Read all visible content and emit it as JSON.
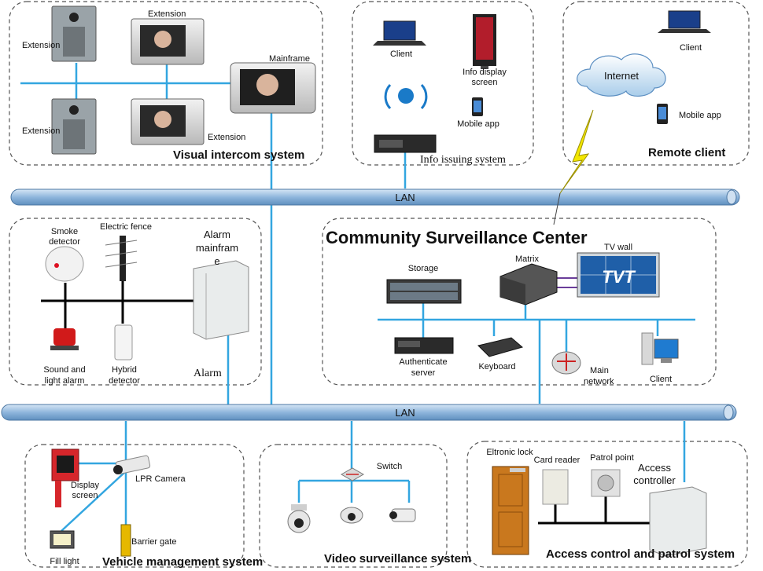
{
  "colors": {
    "lan": "#8fb6dc",
    "wire": "#33a6e0",
    "bolt": "#f2e600",
    "tvwall": "#1f5fa8"
  },
  "lan_top": {
    "label": "LAN"
  },
  "lan_bottom": {
    "label": "LAN"
  },
  "visual_intercom": {
    "title": "Visual intercom system",
    "extension_outdoor_top": "Extension",
    "extension_indoor_top": "Extension",
    "extension_outdoor_bottom": "Extension",
    "extension_indoor_bottom": "Extension",
    "mainframe": "Mainframe"
  },
  "info_issuing": {
    "title": "Info issuing system",
    "client": "Client",
    "info_display_screen": "Info display screen",
    "mobile_app": "Mobile app"
  },
  "remote_client": {
    "title": "Remote client",
    "internet": "Internet",
    "client": "Client",
    "mobile_app": "Mobile app"
  },
  "alarm": {
    "title": "Alarm",
    "smoke_detector": "Smoke detector",
    "electric_fence": "Electric fence",
    "alarm_mainframe": "Alarm mainframe",
    "sound_light_alarm": "Sound and light alarm",
    "hybrid_detector": "Hybrid detector"
  },
  "surveillance_center": {
    "title": "Community Surveillance Center",
    "storage": "Storage",
    "matrix": "Matrix",
    "tv_wall": "TV wall",
    "tv_wall_brand": "TVT",
    "authenticate_server": "Authenticate server",
    "keyboard": "Keyboard",
    "main_network": "Main network",
    "client": "Client"
  },
  "vehicle": {
    "title": "Vehicle management system",
    "display_screen": "Display screen",
    "lpr_camera": "LPR Camera",
    "fill_light": "Fill light",
    "barrier_gate": "Barrier gate"
  },
  "video": {
    "title": "Video surveillance system",
    "switch": "Switch"
  },
  "access": {
    "title": "Access control and patrol system",
    "electronic_lock": "Eltronic lock",
    "card_reader": "Card reader",
    "patrol_point": "Patrol point",
    "access_controller": "Access controller"
  }
}
